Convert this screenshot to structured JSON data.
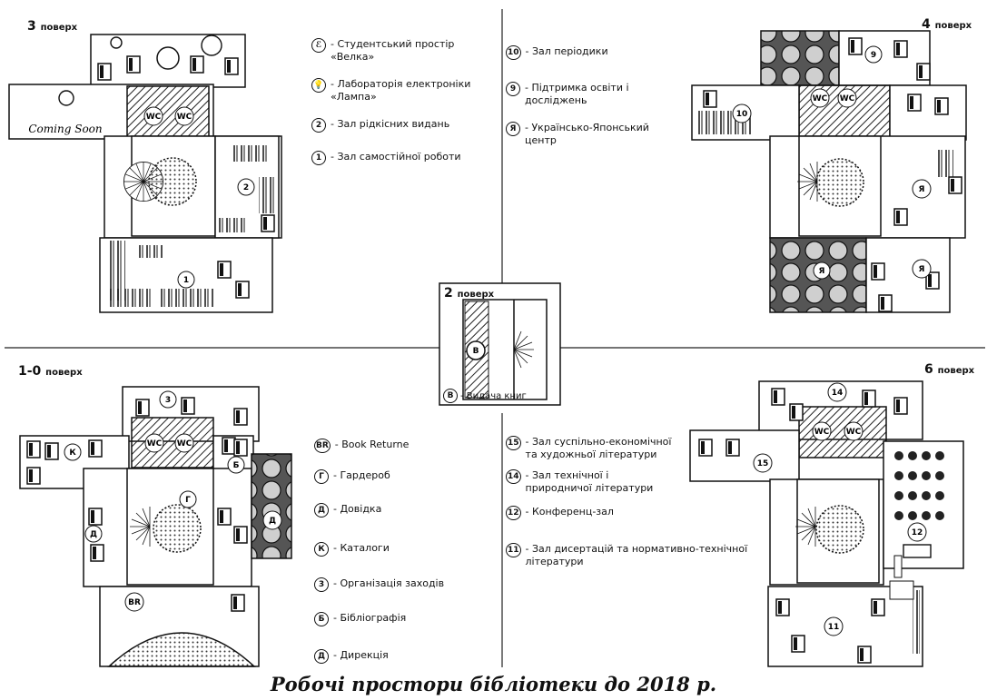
{
  "floors": {
    "f3": {
      "label": "3",
      "suffix": "поверх",
      "sign": "Coming Soon"
    },
    "f4": {
      "label": "4",
      "suffix": "поверх"
    },
    "f2": {
      "label": "2",
      "suffix": "поверх"
    },
    "f10": {
      "label": "1-0",
      "suffix": "поверх"
    },
    "f6": {
      "label": "6",
      "suffix": "поверх"
    }
  },
  "legend_top_left": [
    {
      "symbol": "ℰ",
      "text": "- Студентський простір «Велка»"
    },
    {
      "symbol": "💡",
      "text": "- Лабораторія електроніки «Лампа»"
    },
    {
      "symbol": "2",
      "text": "- Зал рідкісних видань"
    },
    {
      "symbol": "1",
      "text": "- Зал самостійної роботи"
    }
  ],
  "legend_top_right": [
    {
      "symbol": "10",
      "text": "- Зал періодики"
    },
    {
      "symbol": "9",
      "text": "- Підтримка освіти і досліджень"
    },
    {
      "symbol": "Я",
      "text": "- Українсько-Японський центр"
    }
  ],
  "floor2_legend": {
    "symbol": "В",
    "text": "- Видача книг"
  },
  "legend_bottom_left": [
    {
      "symbol": "BR",
      "text": "- Book Returne"
    },
    {
      "symbol": "Г",
      "text": "- Гардероб"
    },
    {
      "symbol": "Д",
      "text": "- Довідка"
    },
    {
      "symbol": "К",
      "text": "- Каталоги"
    },
    {
      "symbol": "3",
      "text": "- Організація заходів"
    },
    {
      "symbol": "Б",
      "text": "- Бібліографія"
    },
    {
      "symbol": "Д",
      "text": "- Дирекція"
    }
  ],
  "legend_bottom_right": [
    {
      "symbol": "15",
      "text": "- Зал суспільно-економічної та художньої літератури"
    },
    {
      "symbol": "14",
      "text": "- Зал технічної і природничої літератури"
    },
    {
      "symbol": "12",
      "text": "- Конференц-зал"
    },
    {
      "symbol": "11",
      "text": "- Зал дисертацій та нормативно-технічної літератури"
    }
  ],
  "room_marks": {
    "wc": "WC",
    "r1": "1",
    "r2": "2",
    "r9": "9",
    "r10": "10",
    "ya": "Я",
    "b": "В",
    "k": "К",
    "g": "Г",
    "d": "Д",
    "b6": "Б",
    "r3": "3",
    "br": "BR",
    "r11": "11",
    "r12": "12",
    "r14": "14",
    "r15": "15"
  },
  "caption": "Робочі простори бібліотеки до 2018 р."
}
